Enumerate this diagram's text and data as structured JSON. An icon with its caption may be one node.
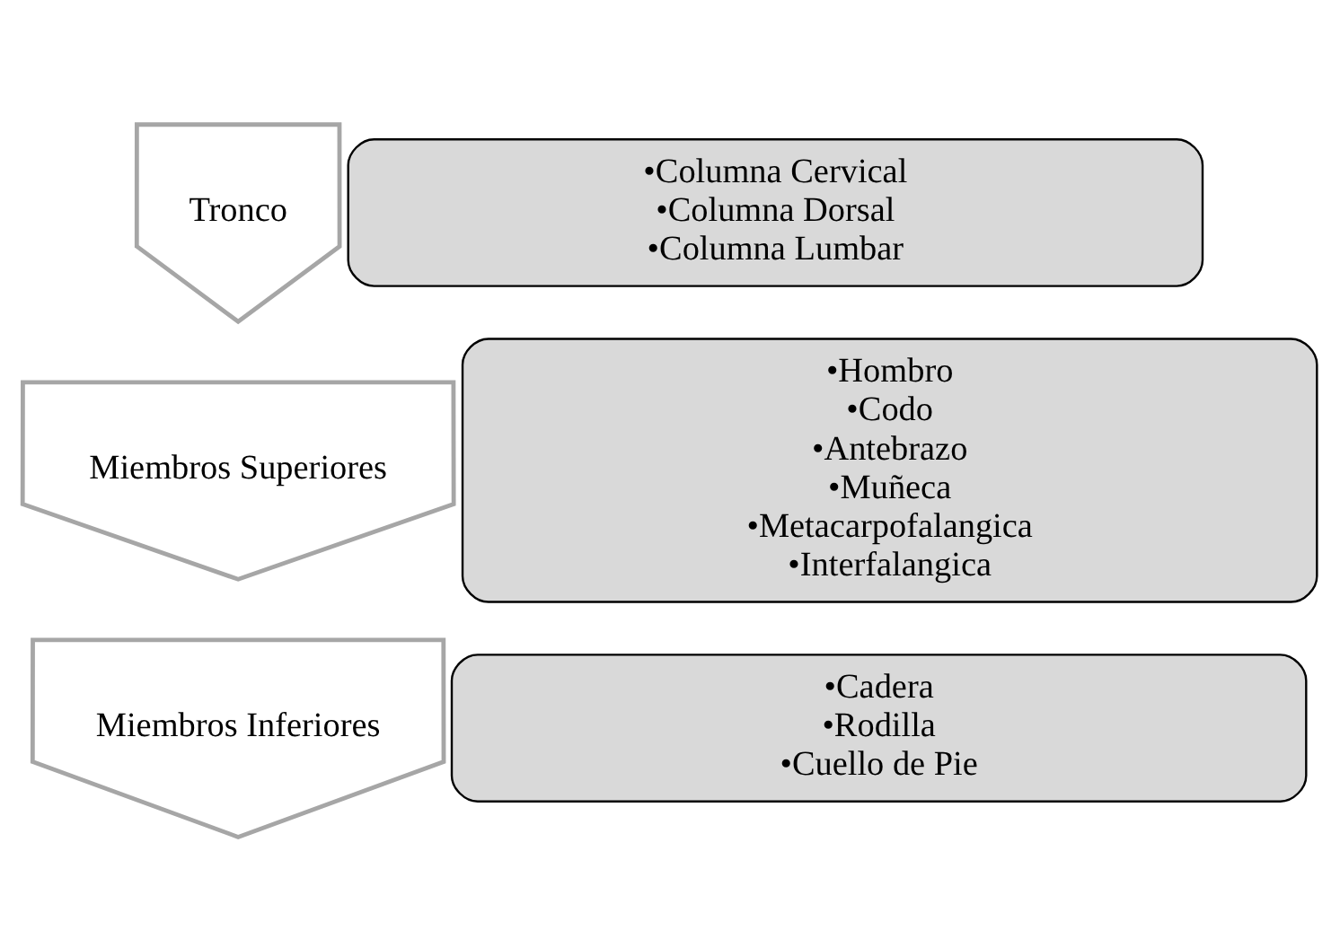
{
  "diagram": {
    "nodes": [
      {
        "text": [
          "Tronco"
        ]
      },
      {
        "text": [
          "•Columna Cervical",
          "•Columna Dorsal",
          "•Columna Lumbar"
        ]
      },
      {
        "text": [
          "Miembros Superiores"
        ]
      },
      {
        "text": [
          "•Hombro",
          "•Codo",
          "•Antebrazo",
          "•Muñeca",
          "•Metacarpofalangica",
          "•Interfalangica"
        ]
      },
      {
        "text": [
          "Miembros Inferiores"
        ]
      },
      {
        "text": [
          "•Cadera",
          "•Rodilla",
          "•Cuello de Pie"
        ]
      }
    ]
  }
}
